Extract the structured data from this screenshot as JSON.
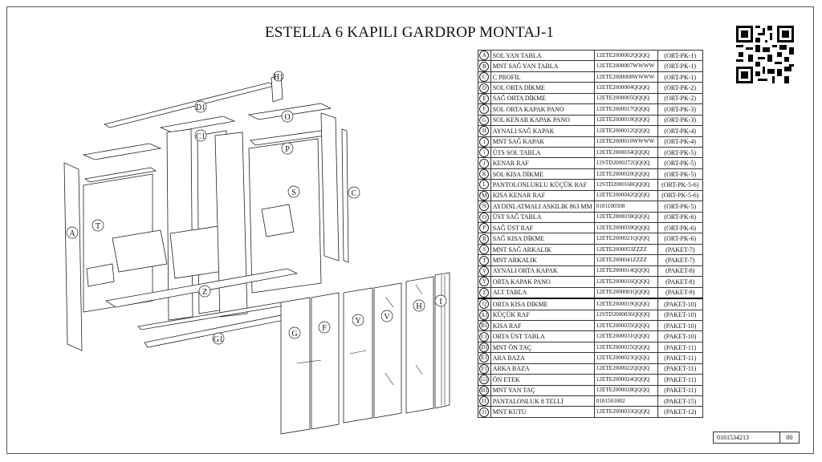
{
  "title": "ESTELLA 6  KAPILI GARDROP MONTAJ-1",
  "document_code": "0161534213",
  "revision": "00",
  "parts": [
    {
      "letter": "A",
      "name": "SOL YAN TABLA",
      "code": "12ETE2000002QQQQ",
      "pkg": "(ORT-PK-1)"
    },
    {
      "letter": "B",
      "name": "MNT SAĞ YAN TABLA",
      "code": "12ETE2000007WWWW",
      "pkg": "(ORT-PK-1)"
    },
    {
      "letter": "C",
      "name": "C PROFİL",
      "code": "12ETE2000008WWWW",
      "pkg": "(ORT-PK-1)"
    },
    {
      "letter": "D",
      "name": "SOL ORTA DİKME",
      "code": "12ETE2000004QQQQ",
      "pkg": "(ORT-PK-2)"
    },
    {
      "letter": "E",
      "name": "SAĞ ORTA DİKME",
      "code": "12ETE2000005QQQQ",
      "pkg": "(ORT-PK-2)"
    },
    {
      "letter": "F",
      "name": "SOL ORTA KAPAK PANO",
      "code": "12ETE2000017QQQQ",
      "pkg": "(ORT-PK-3)"
    },
    {
      "letter": "G",
      "name": "SOL KENAR KAPAK PANO",
      "code": "12ETE2000018QQQQ",
      "pkg": "(ORT-PK-3)"
    },
    {
      "letter": "H",
      "name": "AYNALI SAĞ KAPAK",
      "code": "12ETE2000012QQQQ",
      "pkg": "(ORT-PK-4)"
    },
    {
      "letter": "I",
      "name": "MNT SAĞ KAPAK",
      "code": "12ETE2000010WWWW",
      "pkg": "(ORT-PK-4)"
    },
    {
      "letter": "i",
      "name": "ÜTS SOL TABLA",
      "code": "12ETE2000034QQQQ",
      "pkg": "(ORT-PK-5)"
    },
    {
      "letter": "J",
      "name": "KENAR RAF",
      "code": "12STD2000272QQQQ",
      "pkg": "(ORT-PK-5)"
    },
    {
      "letter": "K",
      "name": "SOL KISA DİKME",
      "code": "12ETE2000020QQQQ",
      "pkg": "(ORT-PK-5)"
    },
    {
      "letter": "L",
      "name": "PANTOLONLUKLU KÜÇÜK RAF",
      "code": "12STD2000168QQQQ",
      "pkg": "(ORT-PK-5-6)"
    },
    {
      "letter": "M",
      "name": "KISA KENAR RAF",
      "code": "12ETE2000042QQQQ",
      "pkg": "(ORT-PK-5-6)"
    },
    {
      "letter": "N",
      "name": "AYDINLATMALI ASKILIK 863 MM",
      "code": "0181100508",
      "pkg": "(ORT-PK-5)"
    },
    {
      "letter": "O",
      "name": "ÜST SAĞ TABLA",
      "code": "12ETE2000038QQQQ",
      "pkg": "(ORT-PK-6)"
    },
    {
      "letter": "P",
      "name": "SAĞ ÜST RAF",
      "code": "12ETE2000039QQQQ",
      "pkg": "(ORT-PK-6)"
    },
    {
      "letter": "R",
      "name": "SAĞ KISA DİKME",
      "code": "12ETE2000021QQQQ",
      "pkg": "(ORT-PK-6)"
    },
    {
      "letter": "S",
      "name": "MNT SAĞ ARKALIK",
      "code": "12ETE2000053ZZZZ",
      "pkg": "(PAKET-7)"
    },
    {
      "letter": "T",
      "name": "MNT ARKALIK",
      "code": "12ETE2000041ZZZZ",
      "pkg": "(PAKET-7)"
    },
    {
      "letter": "V",
      "name": "AYNALI ORTA KAPAK",
      "code": "12ETE2000014QQQQ",
      "pkg": "(PAKET-8)"
    },
    {
      "letter": "Y",
      "name": "ORTA KAPAK PANO",
      "code": "12ETE2000016QQQQ",
      "pkg": "(PAKET-8)"
    },
    {
      "letter": "Z",
      "name": "ALT TABLA",
      "code": "12ETE2000001QQQQ",
      "pkg": "(PAKET-9)"
    },
    {
      "letter": "Q",
      "name": "ORTA KISA DİKME",
      "code": "12ETE2000019QQQQ",
      "pkg": "(PAKET-10)"
    },
    {
      "letter": "A1",
      "name": "KÜÇÜK RAF",
      "code": "12STD2000036QQQQ",
      "pkg": "(PAKET-10)"
    },
    {
      "letter": "B1",
      "name": "KISA RAF",
      "code": "12ETE2000035QQQQ",
      "pkg": "(PAKET-10)"
    },
    {
      "letter": "C1",
      "name": "ORTA ÜST TABLA",
      "code": "12ETE2000031QQQQ",
      "pkg": "(PAKET-10)"
    },
    {
      "letter": "D1",
      "name": "MNT ÖN TAÇ",
      "code": "12ETE2000025QQQQ",
      "pkg": "(PAKET-11)"
    },
    {
      "letter": "E1",
      "name": "ARA BAZA",
      "code": "12ETE2000023QQQQ",
      "pkg": "(PAKET-11)"
    },
    {
      "letter": "F1",
      "name": "ARKA BAZA",
      "code": "12ETE2000022QQQQ",
      "pkg": "(PAKET-11)"
    },
    {
      "letter": "G1",
      "name": "ÖN ETEK",
      "code": "12ETE2000024QQQQ",
      "pkg": "(PAKET-11)"
    },
    {
      "letter": "H1",
      "name": "MNT YAN TAÇ",
      "code": "12ETE2000028QQQQ",
      "pkg": "(PAKET-11)"
    },
    {
      "letter": "I1",
      "name": "PANTALONLUK 8 TELLİ",
      "code": "0181501002",
      "pkg": "(PAKET-15)"
    },
    {
      "letter": "J1",
      "name": "MNT KUTU",
      "code": "12ETE2000033QQQQ",
      "pkg": "(PAKET-12)"
    }
  ]
}
